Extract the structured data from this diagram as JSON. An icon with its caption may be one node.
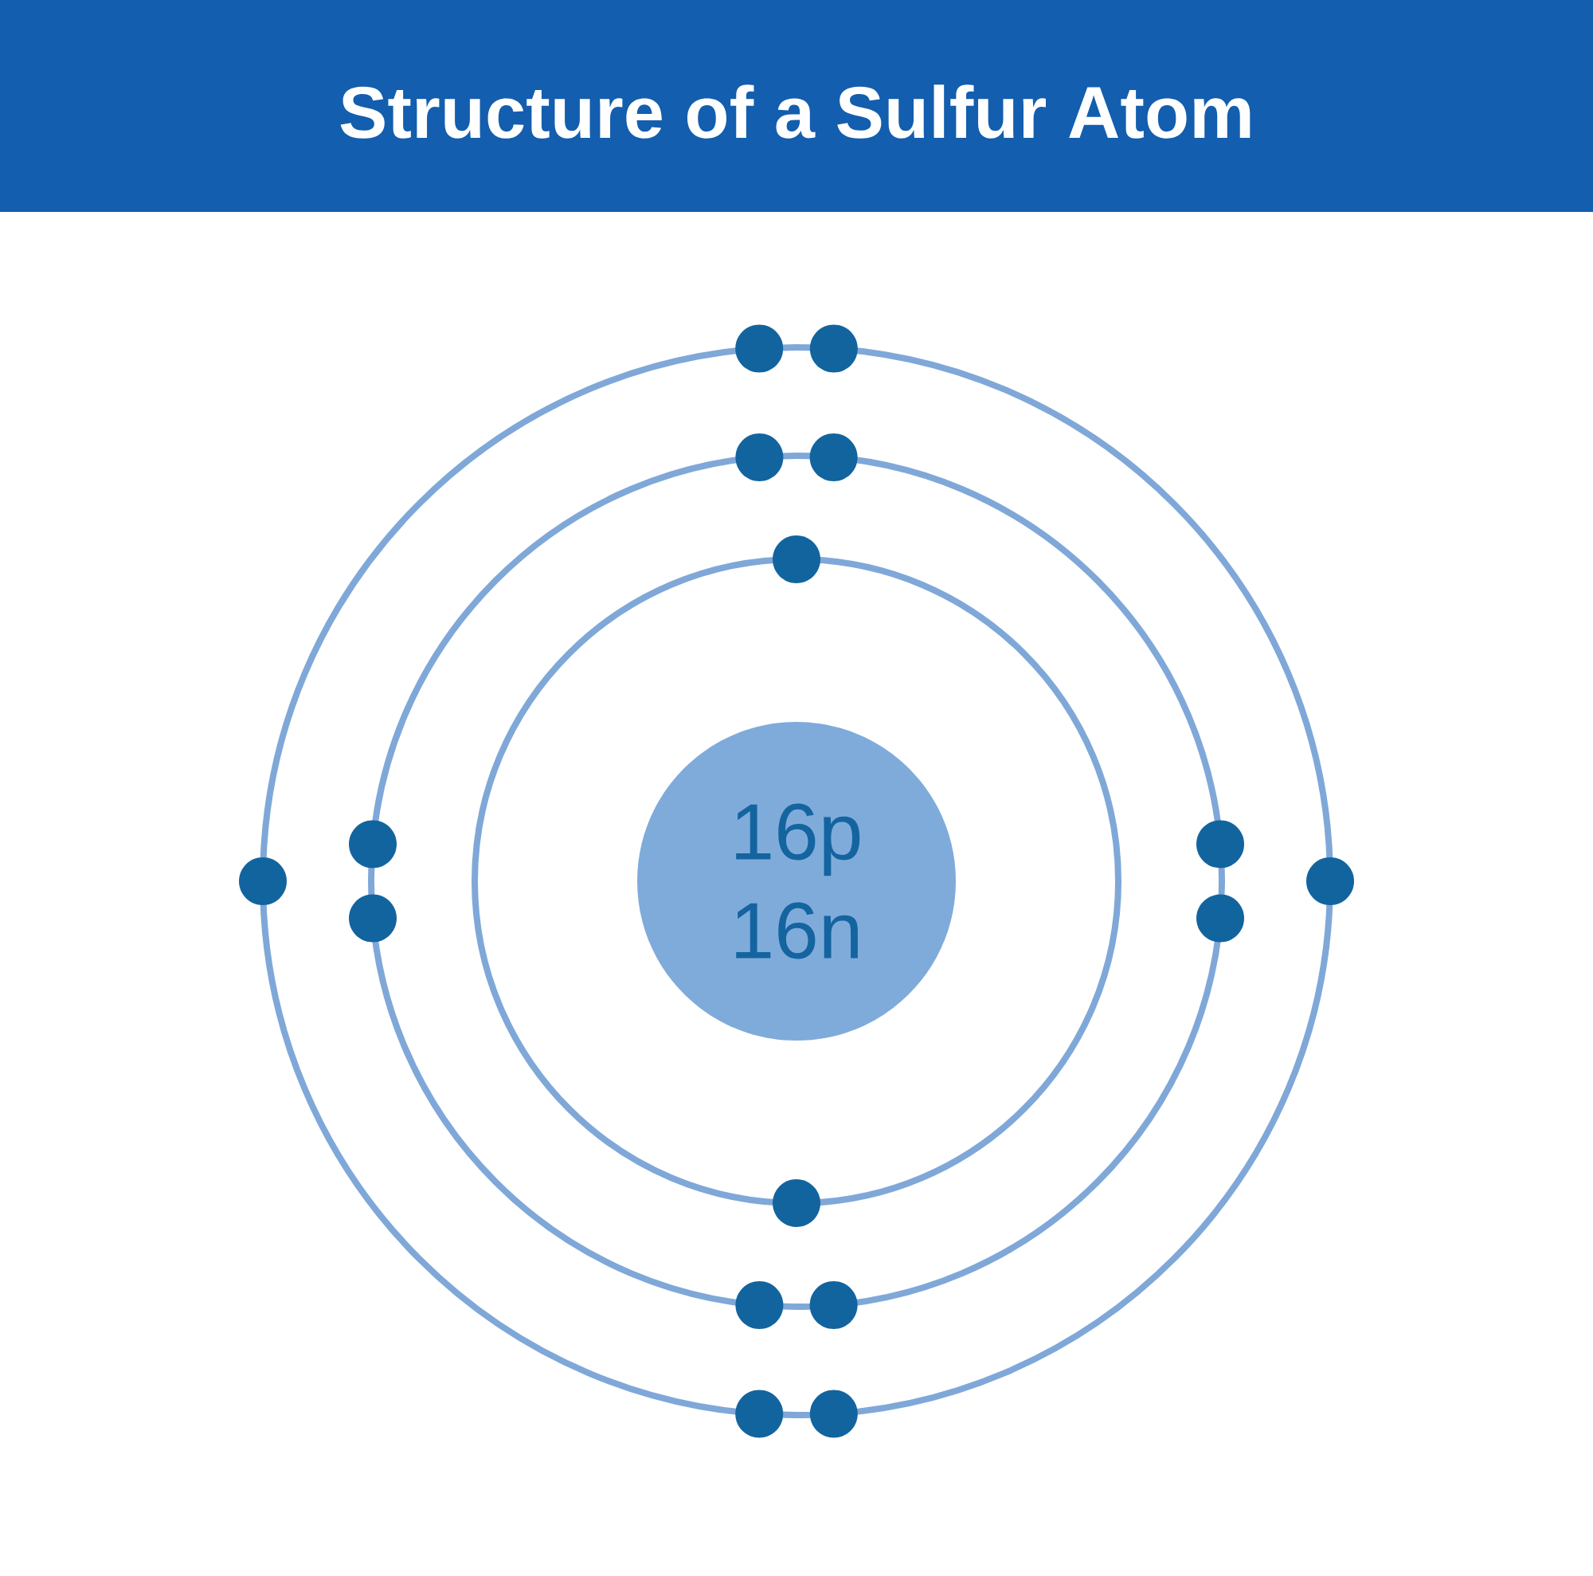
{
  "diagram": {
    "title": "Structure of a Sulfur Atom",
    "nodes": [
      {
        "text": [
          "16p",
          "16n"
        ]
      }
    ]
  }
}
